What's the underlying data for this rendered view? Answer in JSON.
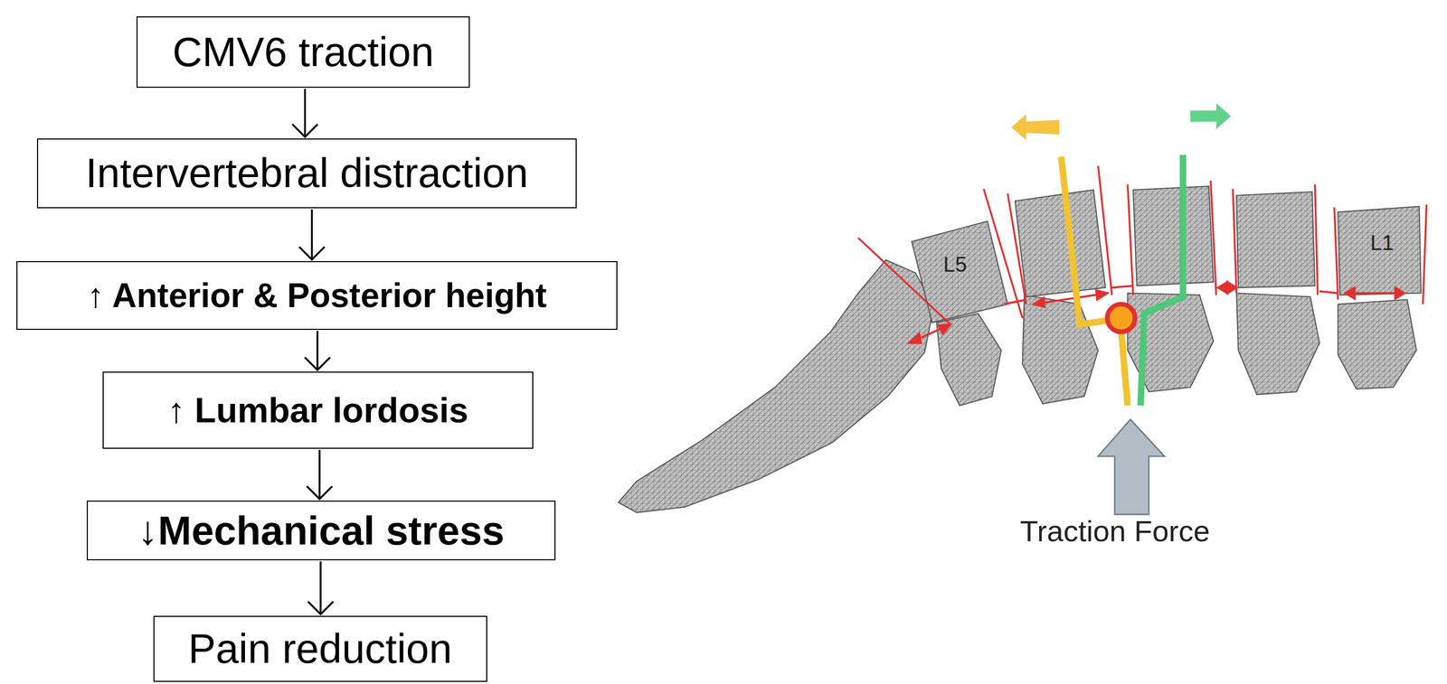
{
  "diagram": {
    "nodes": [
      {
        "text": [
          "CMV6 traction"
        ]
      },
      {
        "text": [
          "Intervertebral distraction"
        ]
      },
      {
        "text": [
          "↑ Anterior & Posterior height"
        ]
      },
      {
        "text": [
          "↑ Lumbar lordosis"
        ]
      },
      {
        "text": [
          "↓Mechanical stress"
        ]
      },
      {
        "text": [
          "Pain reduction"
        ]
      }
    ],
    "edges": [
      {
        "from": 0,
        "to": 1,
        "arrow": "to"
      },
      {
        "from": 1,
        "to": 2,
        "arrow": "to"
      },
      {
        "from": 2,
        "to": 3,
        "arrow": "to"
      },
      {
        "from": 3,
        "to": 4,
        "arrow": "to"
      },
      {
        "from": 4,
        "to": 5,
        "arrow": "to"
      }
    ],
    "labels": [
      "L5",
      "L1",
      "Traction Force"
    ]
  }
}
